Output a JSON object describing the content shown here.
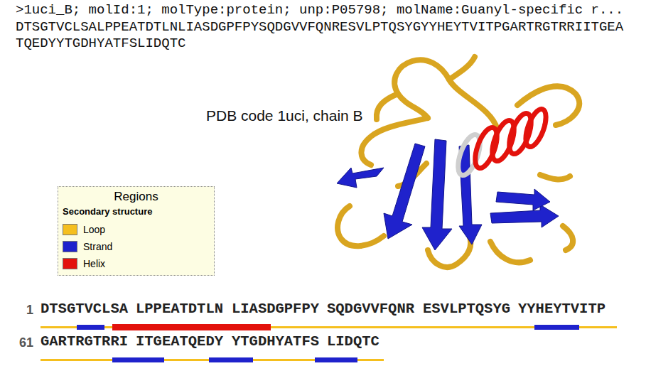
{
  "diagram": {
    "nodes": [
      {
        "text": [
          "Regions",
          "Secondary structure"
        ]
      }
    ],
    "labels": [
      ">1uci_B; molId:1; molType:protein; unp:P05798; molName:Guanyl-specific r...",
      "DTSGTVCLSALPPEATDTLNLIASDGPFPYSQDGVVFQNRESVLPTQSYGYYHEYTVITPGARTRGTRRIITGEA",
      "TQEDYYTGDHYATFSLIDQTC",
      "PDB code 1uci, chain B",
      "1",
      "DTSGTVCLSA",
      "LPPEATDTLN",
      "LIASDGPFPY",
      "SQDGVVFQNR",
      "ESVLPTQSYG",
      "YYHEYTVITP",
      "61",
      "GARTRGTRRI",
      "ITGEATQEDY",
      "YTGDHYATFS",
      "LIDQTC"
    ],
    "legend": [
      {
        "text": "Loop",
        "color": "#f5bf1e"
      },
      {
        "text": "Strand",
        "color": "#1f22cc"
      },
      {
        "text": "Helix",
        "color": "#e3120c"
      }
    ]
  }
}
